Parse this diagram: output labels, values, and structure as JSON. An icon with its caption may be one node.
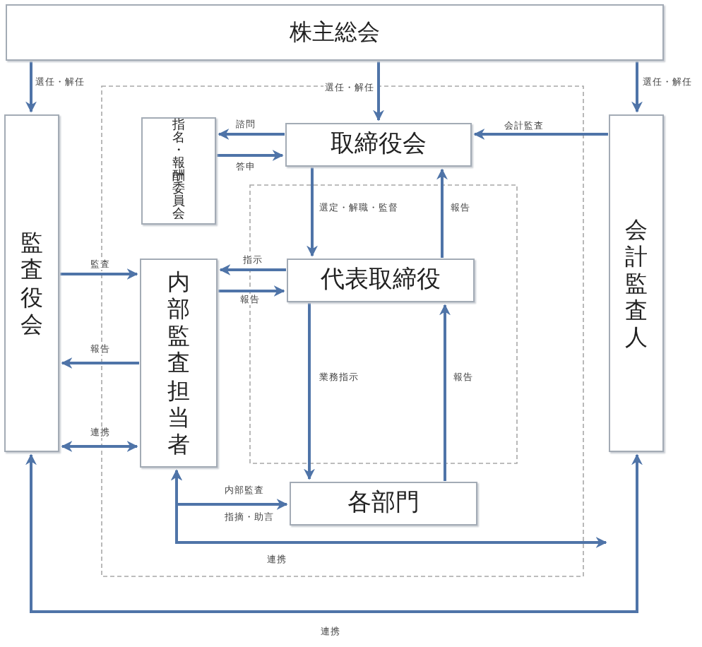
{
  "diagram": {
    "nodes": [
      {
        "text": [
          "株主総会"
        ]
      },
      {
        "text": [
          "監査役会"
        ]
      },
      {
        "text": [
          "会計監査人"
        ]
      },
      {
        "text": [
          "指名・報酬委員会"
        ]
      },
      {
        "text": [
          "取締役会"
        ]
      },
      {
        "text": [
          "代表取締役"
        ]
      },
      {
        "text": [
          "内部監査担当者"
        ]
      },
      {
        "text": [
          "各部門"
        ]
      }
    ],
    "edges": [
      {
        "from": 0,
        "to": 1,
        "arrow": "to",
        "label": "選任・解任"
      },
      {
        "from": 0,
        "to": 4,
        "arrow": "to",
        "label": "選任・解任"
      },
      {
        "from": 0,
        "to": 2,
        "arrow": "to",
        "label": "選任・解任"
      },
      {
        "from": 4,
        "to": 3,
        "arrow": "to",
        "label": "諮問"
      },
      {
        "from": 3,
        "to": 4,
        "arrow": "to",
        "label": "答申"
      },
      {
        "from": 2,
        "to": 4,
        "arrow": "to",
        "label": "会計監査"
      },
      {
        "from": 4,
        "to": 5,
        "arrow": "to",
        "label": "選定・解職・監督"
      },
      {
        "from": 5,
        "to": 4,
        "arrow": "to",
        "label": "報告"
      },
      {
        "from": 1,
        "to": 6,
        "arrow": "to",
        "label": "監査"
      },
      {
        "from": 5,
        "to": 6,
        "arrow": "to",
        "label": "指示"
      },
      {
        "from": 6,
        "to": 5,
        "arrow": "to",
        "label": "報告"
      },
      {
        "from": 6,
        "to": 1,
        "arrow": "to",
        "label": "報告"
      },
      {
        "from": 1,
        "to": 6,
        "arrow": "both",
        "label": "連携"
      },
      {
        "from": 5,
        "to": 7,
        "arrow": "to",
        "label": "業務指示"
      },
      {
        "from": 7,
        "to": 5,
        "arrow": "to",
        "label": "報告"
      },
      {
        "from": 6,
        "to": 7,
        "arrow": "both",
        "label": "内部監査"
      },
      {
        "from": 6,
        "to": 2,
        "arrow": "both",
        "label": "連携"
      },
      {
        "from": 1,
        "to": 2,
        "arrow": "both",
        "label": "連携"
      }
    ],
    "labels": [
      "指摘・助言"
    ]
  }
}
